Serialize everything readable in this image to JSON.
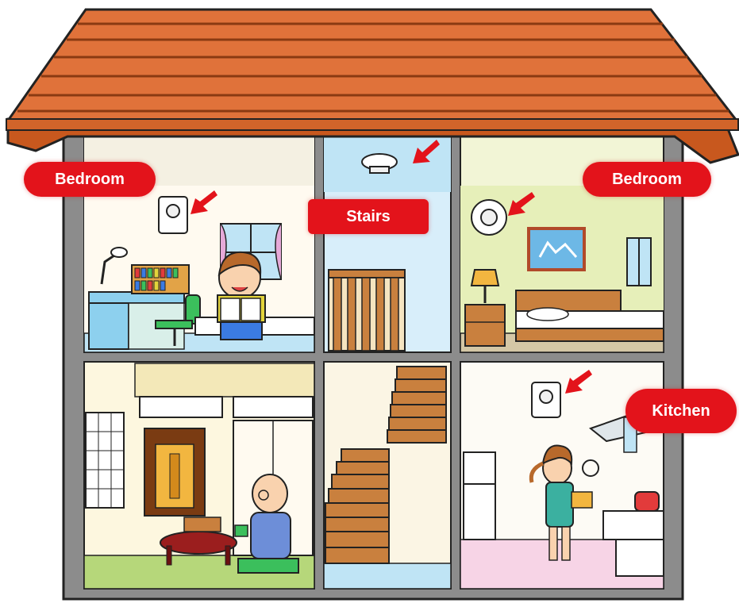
{
  "labels": {
    "bedroom_left": "Bedroom",
    "stairs": "Stairs",
    "bedroom_right": "Bedroom",
    "kitchen": "Kitchen"
  },
  "colors": {
    "label_bg": "#e3131b",
    "label_text": "#ffffff",
    "roof": "#e0723a",
    "roof_stripe": "#8a3a12",
    "wall_frame": "#8c8c8c",
    "floor_blue": "#bfe4f5",
    "floor_green": "#b6d77a",
    "floor_pink": "#f7d4e6",
    "stair_wood": "#c9803e",
    "indicator_arrow": "#e3131b"
  },
  "icons": [
    "smoke-detector-icon",
    "red-arrow-icon"
  ]
}
